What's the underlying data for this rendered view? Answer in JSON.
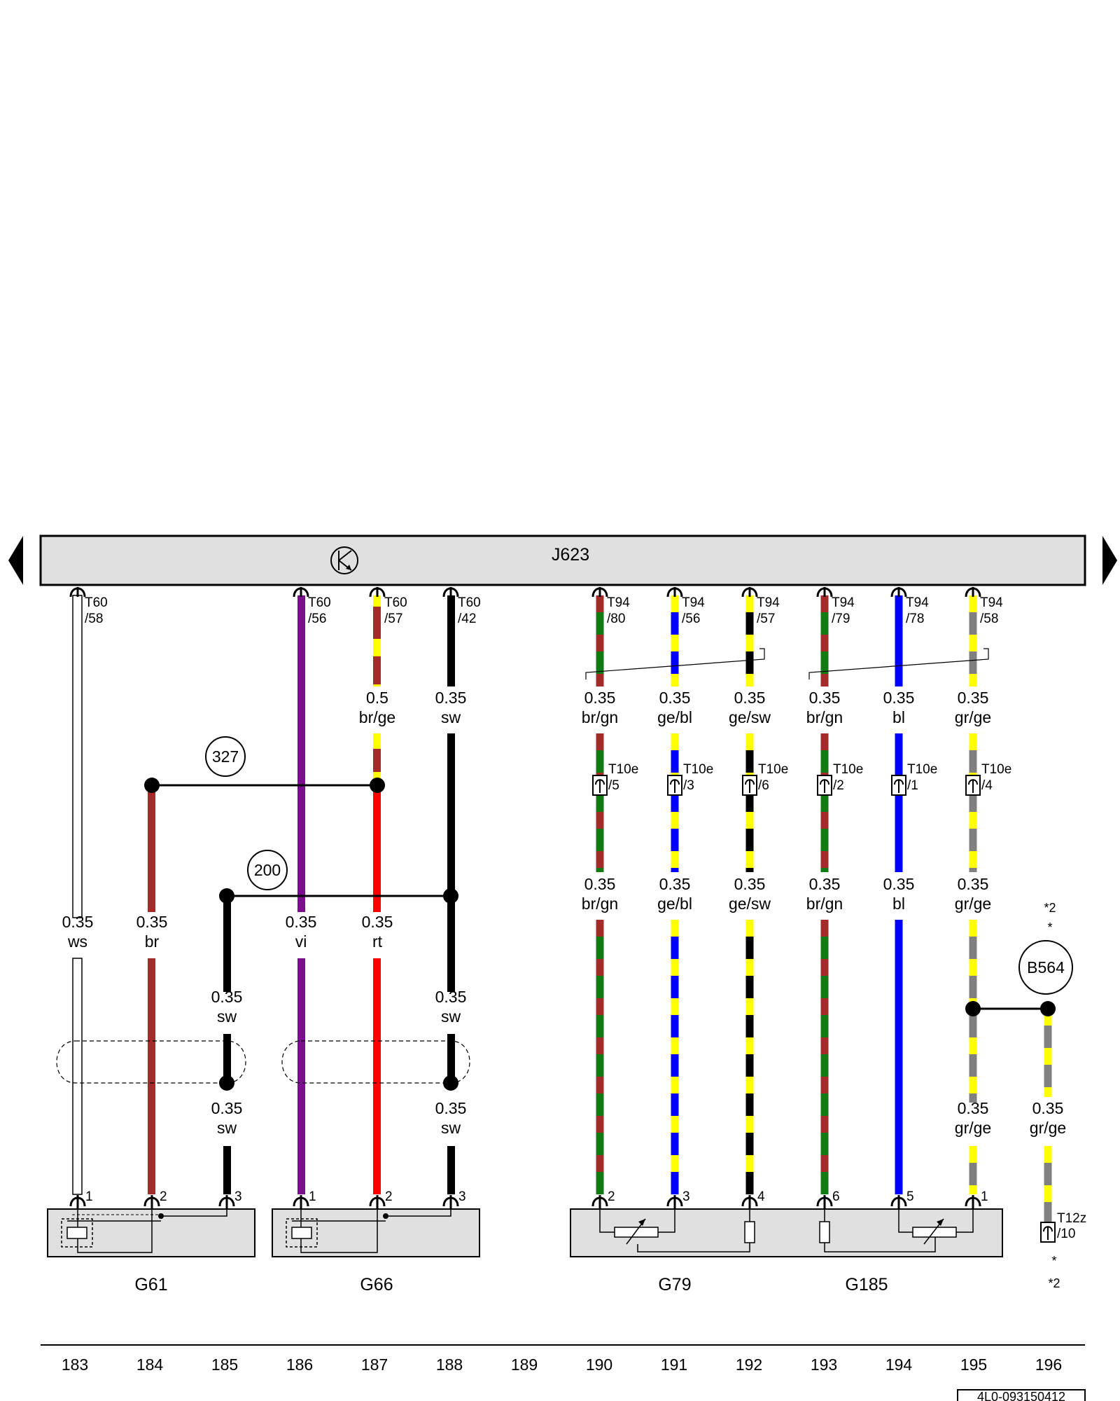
{
  "control_unit": {
    "id": "J623"
  },
  "wires": [
    {
      "key": "w183",
      "label_top": {
        "gauge": "",
        "color": ""
      },
      "label_mid": {
        "gauge": "",
        "color": ""
      },
      "label": {
        "gauge": "0.35",
        "color": "ws"
      },
      "pin": "T60\n/58",
      "conn": "",
      "end_pin": "1"
    },
    {
      "key": "w184",
      "label": {
        "gauge": "0.35",
        "color": "br"
      },
      "end_pin": "2"
    },
    {
      "key": "w185",
      "label_a": {
        "gauge": "0.35",
        "color": "sw"
      },
      "label_b": {
        "gauge": "0.35",
        "color": "sw"
      },
      "end_pin": "3"
    },
    {
      "key": "w186",
      "label": {
        "gauge": "0.35",
        "color": "vi"
      },
      "pin": "T60\n/56",
      "end_pin": "1"
    },
    {
      "key": "w187",
      "label_top": {
        "gauge": "0.5",
        "color": "br/ge"
      },
      "label": {
        "gauge": "0.35",
        "color": "rt"
      },
      "pin": "T60\n/57",
      "end_pin": "2"
    },
    {
      "key": "w188",
      "label_top": {
        "gauge": "0.35",
        "color": "sw"
      },
      "label_a": {
        "gauge": "0.35",
        "color": "sw"
      },
      "label_b": {
        "gauge": "0.35",
        "color": "sw"
      },
      "pin": "T60\n/42",
      "end_pin": "3"
    },
    {
      "key": "w190",
      "label_top": {
        "gauge": "0.35",
        "color": "br/gn"
      },
      "label_mid": {
        "gauge": "0.35",
        "color": "br/gn"
      },
      "pin": "T94\n/80",
      "conn": "T10e\n/5",
      "end_pin": "2"
    },
    {
      "key": "w191",
      "label_top": {
        "gauge": "0.35",
        "color": "ge/bl"
      },
      "label_mid": {
        "gauge": "0.35",
        "color": "ge/bl"
      },
      "pin": "T94\n/56",
      "conn": "T10e\n/3",
      "end_pin": "3"
    },
    {
      "key": "w192",
      "label_top": {
        "gauge": "0.35",
        "color": "ge/sw"
      },
      "label_mid": {
        "gauge": "0.35",
        "color": "ge/sw"
      },
      "pin": "T94\n/57",
      "conn": "T10e\n/6",
      "end_pin": "4"
    },
    {
      "key": "w193",
      "label_top": {
        "gauge": "0.35",
        "color": "br/gn"
      },
      "label_mid": {
        "gauge": "0.35",
        "color": "br/gn"
      },
      "pin": "T94\n/79",
      "conn": "T10e\n/2",
      "end_pin": "6"
    },
    {
      "key": "w194",
      "label_top": {
        "gauge": "0.35",
        "color": "bl"
      },
      "label_mid": {
        "gauge": "0.35",
        "color": "bl"
      },
      "pin": "T94\n/78",
      "conn": "T10e\n/1",
      "end_pin": "5"
    },
    {
      "key": "w195",
      "label_top": {
        "gauge": "0.35",
        "color": "gr/ge"
      },
      "label_mid": {
        "gauge": "0.35",
        "color": "gr/ge"
      },
      "label_bot": {
        "gauge": "0.35",
        "color": "gr/ge"
      },
      "pin": "T94\n/58",
      "conn": "T10e\n/4",
      "end_pin": "1"
    },
    {
      "key": "w196",
      "label_bot": {
        "gauge": "0.35",
        "color": "gr/ge"
      },
      "conn": "T12z\n/10"
    }
  ],
  "text": {
    "J623": "J623",
    "t60_58_a": "T60",
    "t60_58_b": "/58",
    "t60_56_a": "T60",
    "t60_56_b": "/56",
    "t60_57_a": "T60",
    "t60_57_b": "/57",
    "t60_42_a": "T60",
    "t60_42_b": "/42",
    "t94_80_a": "T94",
    "t94_80_b": "/80",
    "t94_56_a": "T94",
    "t94_56_b": "/56",
    "t94_57_a": "T94",
    "t94_57_b": "/57",
    "t94_79_a": "T94",
    "t94_79_b": "/79",
    "t94_78_a": "T94",
    "t94_78_b": "/78",
    "t94_58_a": "T94",
    "t94_58_b": "/58",
    "g_050": "0.5",
    "c_brge": "br/ge",
    "g_035": "0.35",
    "c_ws": "ws",
    "c_br": "br",
    "c_sw": "sw",
    "c_vi": "vi",
    "c_rt": "rt",
    "c_brgn": "br/gn",
    "c_gebl": "ge/bl",
    "c_gesw": "ge/sw",
    "c_bl": "bl",
    "c_grge": "gr/ge",
    "t10e": "T10e",
    "t10e_5": "/5",
    "t10e_3": "/3",
    "t10e_6": "/6",
    "t10e_2": "/2",
    "t10e_1": "/1",
    "t10e_4": "/4",
    "t12z": "T12z",
    "t12z_10": "/10",
    "ref327": "327",
    "ref200": "200",
    "refB564": "B564",
    "star2": "*2",
    "star": "*",
    "p1": "1",
    "p2": "2",
    "p3": "3",
    "p4": "4",
    "p5": "5",
    "p6": "6",
    "G61": "G61",
    "G66": "G66",
    "G79": "G79",
    "G185": "G185",
    "drawing_no": "4L0-093150412"
  },
  "columns": [
    "183",
    "184",
    "185",
    "186",
    "187",
    "188",
    "189",
    "190",
    "191",
    "192",
    "193",
    "194",
    "195",
    "196"
  ],
  "colors": {
    "ws": "#ffffff",
    "br": "#a52a2a",
    "sw": "#000000",
    "vi": "#7b0e8c",
    "rt": "#ff0000",
    "ge": "#ffff00",
    "gn": "#127a12",
    "bl": "#0000ff",
    "gr": "#808080",
    "box": "#e0e0e0"
  }
}
